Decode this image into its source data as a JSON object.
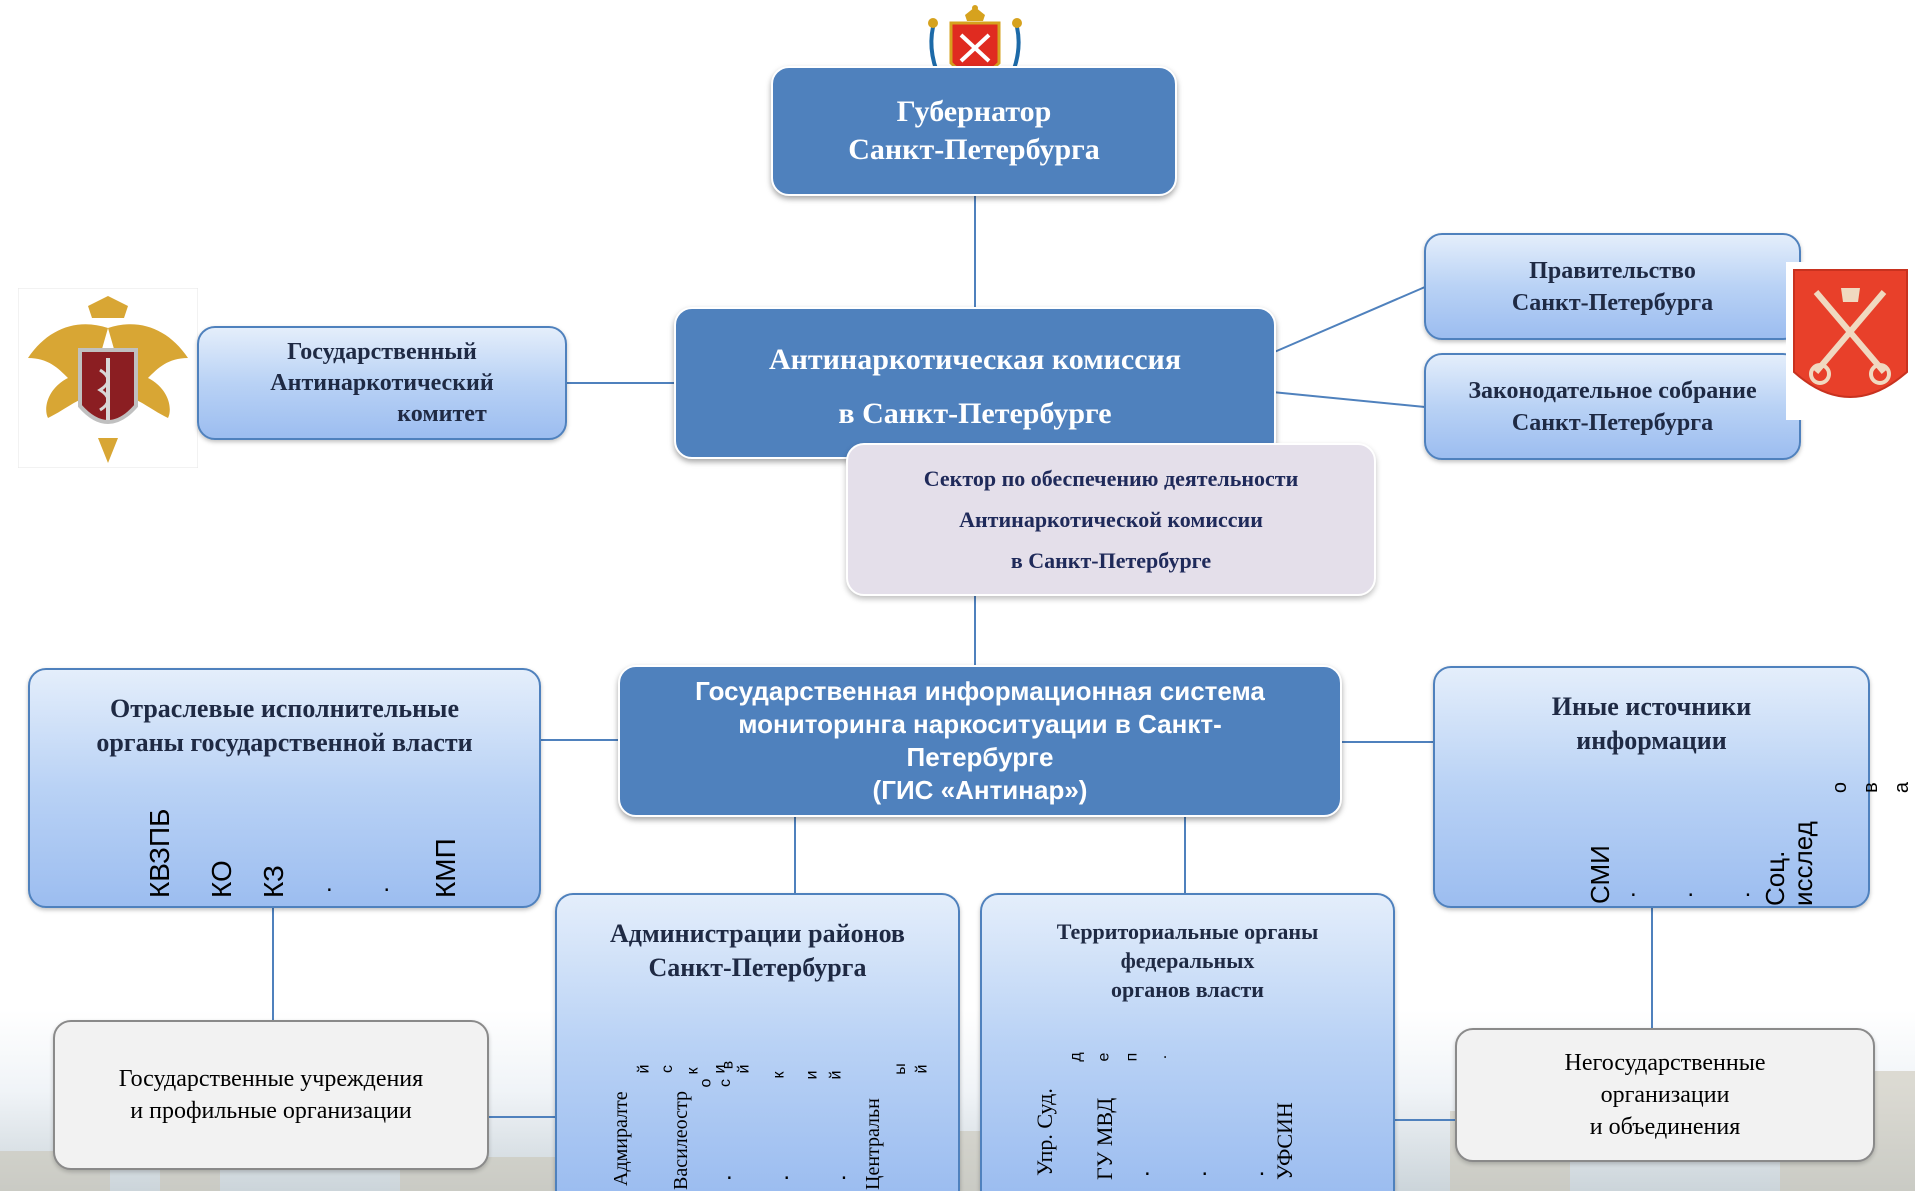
{
  "governor": {
    "line1": "Губернатор",
    "line2": "Санкт-Петербурга"
  },
  "gak": {
    "line1": "Государственный",
    "line2": "Антинаркотический",
    "line3": "комитет"
  },
  "commission": {
    "line1": "Антинаркотическая комиссия",
    "line2": "в Санкт-Петербурге"
  },
  "government": {
    "line1": "Правительство",
    "line2": "Санкт-Петербурга"
  },
  "legislature": {
    "line1": "Законодательное собрание",
    "line2": "Санкт-Петербурга"
  },
  "sector": {
    "line1": "Сектор по обеспечению деятельности",
    "line2": "Антинаркотической комиссии",
    "line3": "в Санкт-Петербурге"
  },
  "gis": {
    "line1": "Государственная информационная система",
    "line2": "мониторинга наркоситуации в Санкт-",
    "line3": "Петербурге",
    "line4": "(ГИС «Антинар»)"
  },
  "sectoral": {
    "line1": "Отраслевые исполнительные",
    "line2": "органы государственной власти",
    "items": [
      "КВЗПБ",
      "КО",
      "КЗ",
      "КМП"
    ],
    "dots": ". . ."
  },
  "other_sources": {
    "line1": "Иные источники",
    "line2": "информации",
    "items": [
      "СМИ",
      "Соц.",
      "исслед"
    ],
    "overflow": [
      "о",
      "в",
      "а"
    ],
    "dots": ". . ."
  },
  "districts": {
    "line1": "Администрации районов",
    "line2": "Санкт-Петербурга",
    "items": [
      "Адмиралте",
      "Василеостр",
      "Центральн"
    ],
    "overflow_a": [
      "й",
      "с",
      "к",
      "о",
      "и",
      "в",
      "й",
      "с",
      "к",
      "и",
      "й"
    ],
    "overflow_b": [
      "ы",
      "й"
    ],
    "dots": ". . ."
  },
  "territorial": {
    "line1": "Территориальные органы",
    "line2": "федеральных",
    "line3": "органов власти",
    "items": [
      "Упр. Суд.",
      "ГУ МВД",
      "УФСИН"
    ],
    "overflow": [
      "д",
      "е",
      "п",
      "."
    ],
    "dots": ". . ."
  },
  "institutions": {
    "line1": "Государственные учреждения",
    "line2": "и профильные организации"
  },
  "ngo": {
    "line1": "Негосударственные",
    "line2": "организации",
    "line3": "и объединения"
  },
  "colors": {
    "dark_blue": "#4f81bd",
    "light_blue": "#b9d2f5",
    "lavender": "#e4dfea",
    "connector": "#4f81bd"
  }
}
